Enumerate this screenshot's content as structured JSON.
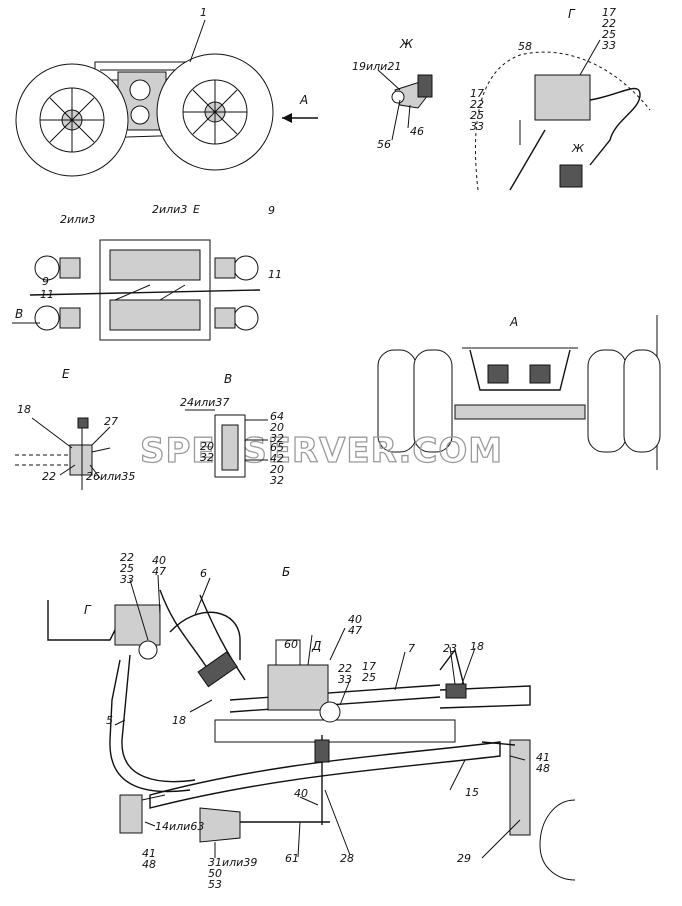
{
  "watermark": "SPECSERVER.COM",
  "views": {
    "top_wheels": {
      "ref": "1",
      "arrow": "А"
    },
    "view_zh": {
      "title": "Ж",
      "labels": [
        "19или21",
        "46",
        "56"
      ]
    },
    "view_g": {
      "title": "Г",
      "labels": [
        "58",
        "17",
        "22",
        "25",
        "33",
        "17",
        "22",
        "25",
        "33",
        "Ж"
      ]
    },
    "plan": {
      "labels": [
        "2или3",
        "2или3",
        "Е",
        "9",
        "9",
        "11",
        "11",
        "В"
      ]
    },
    "view_a": {
      "title": "А"
    },
    "view_e": {
      "title": "Е",
      "labels": [
        "18",
        "27",
        "22",
        "26или35"
      ]
    },
    "view_v": {
      "title": "В",
      "labels": [
        "24или37",
        "64",
        "20",
        "32",
        "20",
        "32",
        "65",
        "42",
        "20",
        "32"
      ]
    },
    "main": {
      "title": "Б",
      "labels": [
        "22",
        "25",
        "33",
        "40",
        "47",
        "6",
        "Г",
        "5",
        "18",
        "60",
        "Д",
        "40",
        "47",
        "22",
        "33",
        "17",
        "25",
        "7",
        "23",
        "18",
        "15",
        "41",
        "48",
        "41",
        "48",
        "14или63",
        "40",
        "61",
        "28",
        "29",
        "31или39",
        "50",
        "53"
      ]
    }
  }
}
